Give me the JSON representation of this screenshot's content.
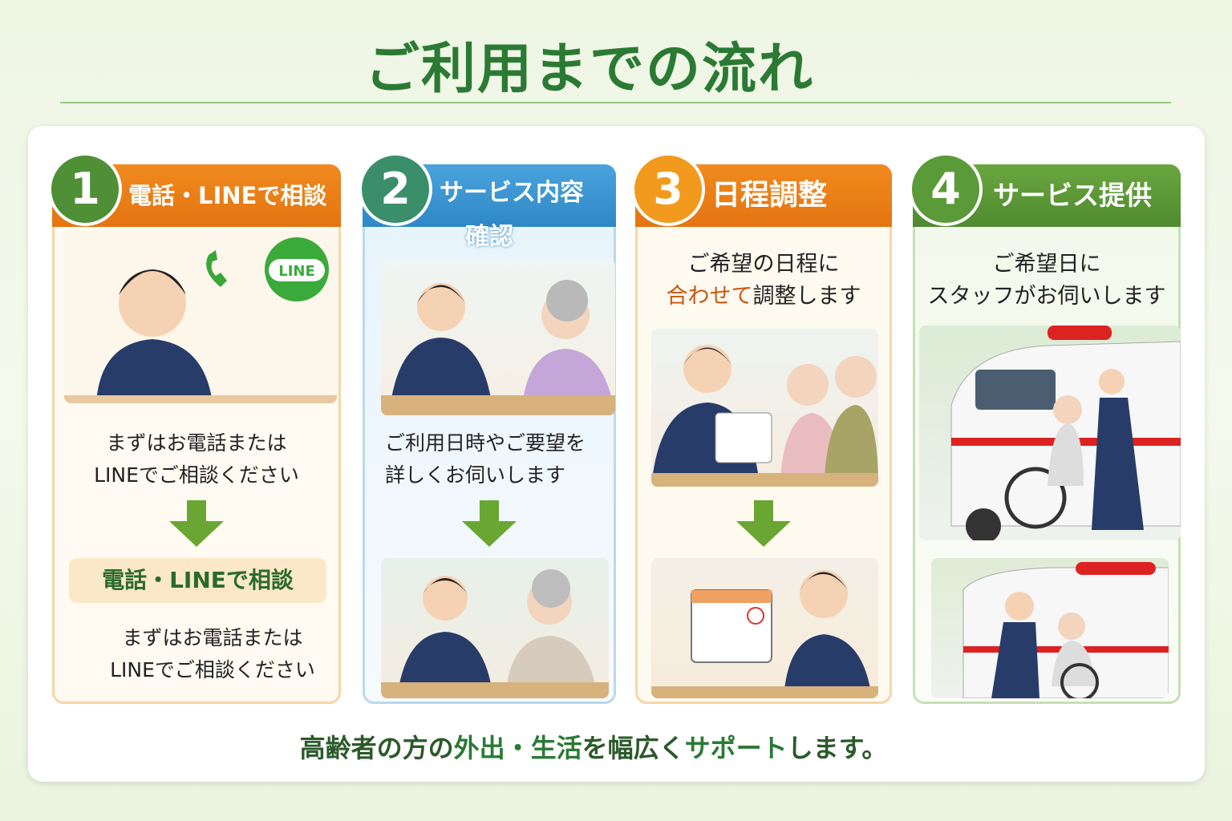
{
  "title": "ご利用までの流れ",
  "steps": [
    {
      "number": "1",
      "heading": "電話・LINEで相談",
      "line_logo": "LINE",
      "text1": "まずはお電話または",
      "text2": "LINEでご相談ください",
      "pill": "電話・LINEで相談",
      "text3": "まずはお電話または",
      "text4": "LINEでご相談ください"
    },
    {
      "number": "2",
      "heading": "サービス内容",
      "heading2": "確認",
      "text1": "ご利用日時やご要望を",
      "text2": "詳しくお伺いします"
    },
    {
      "number": "3",
      "heading": "日程調整",
      "text1": "ご希望の日程に",
      "text2a": "合わせて",
      "text2b": "調整します"
    },
    {
      "number": "4",
      "heading": "サービス提供",
      "text1": "ご希望日に",
      "text2": "スタッフがお伺いします"
    }
  ],
  "footer": {
    "a": "高齢者の方の",
    "b": "外出・生活",
    "c": "を幅広く",
    "d": "サポート",
    "e": "します。"
  },
  "colors": {
    "green": "#2b7a34",
    "orange": "#ea7a14",
    "blue": "#3a93cf",
    "leaf": "#5a9a38"
  }
}
